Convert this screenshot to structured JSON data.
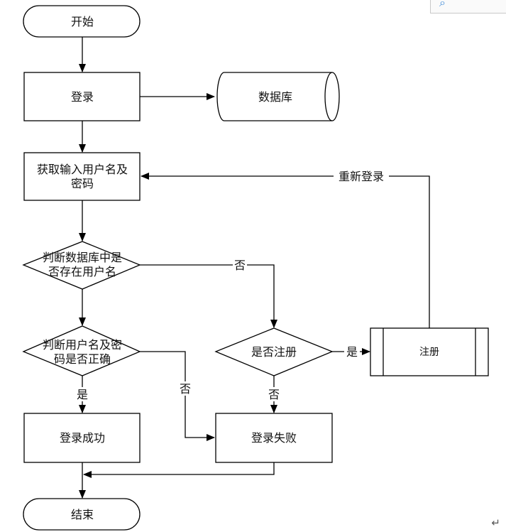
{
  "nodes": {
    "start": "开始",
    "login": "登录",
    "database": "数据库",
    "get_input_l1": "获取输入用户名及",
    "get_input_l2": "密码",
    "check_user_l1": "判断数据库中是",
    "check_user_l2": "否存在用户名",
    "check_pwd_l1": "判断用户名及密",
    "check_pwd_l2": "码是否正确",
    "ask_register": "是否注册",
    "register": "注册",
    "success": "登录成功",
    "fail": "登录失败",
    "end": "结束"
  },
  "edges": {
    "relogin": "重新登录",
    "user_no": "否",
    "register_yes": "是",
    "pwd_yes": "是",
    "pwd_no": "否",
    "register_no": "否"
  },
  "icons": {
    "corner": "zoom-icon",
    "return": "paragraph-return-icon"
  }
}
